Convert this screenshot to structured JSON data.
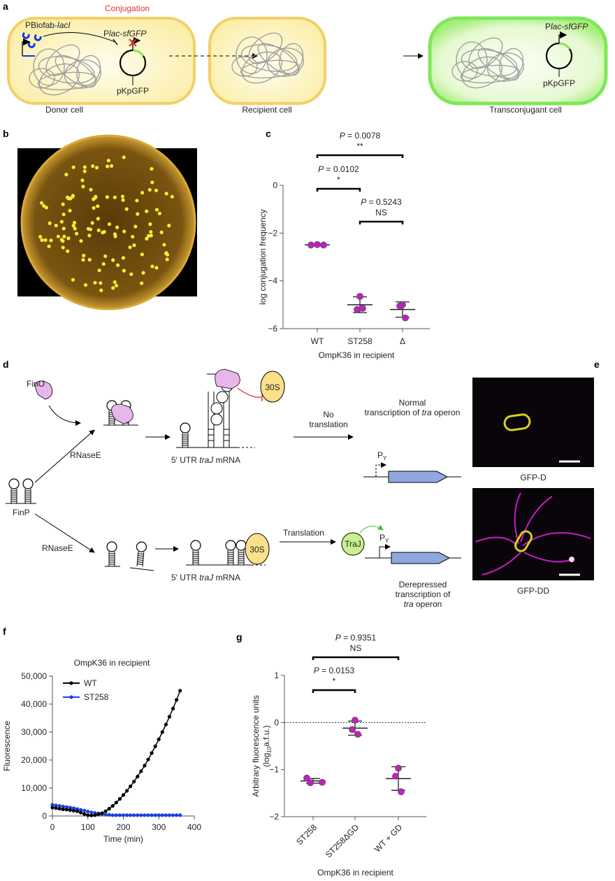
{
  "colors": {
    "cell_fill": "#fbf0b8",
    "cell_stroke": "#f2cf66",
    "gfp_stroke": "#7ee85a",
    "magenta": "#c21ec2",
    "blue": "#1f3fe0",
    "repressor": "#1536d6",
    "red": "#e03030",
    "operon": "#8fa8e0"
  },
  "panel_a": {
    "label": "a",
    "conjugation": "Conjugation",
    "promoter1_prefix": "PBiofab-",
    "promoter1_gene": "lacI",
    "promoter2_prefix": "P",
    "promoter2_gene": "lac-sfGFP",
    "plasmid": "pKpGFP",
    "donor": "Donor cell",
    "recipient": "Recipient cell",
    "transconjugant": "Transconjugant cell",
    "tc_promoter_prefix": "P",
    "tc_promoter_gene": "lac-sfGFP",
    "tc_plasmid": "pKpGFP"
  },
  "panel_b": {
    "label": "b"
  },
  "panel_d": {
    "label": "d",
    "fino": "FinO",
    "finp": "FinP",
    "rnase1": "RNaseE",
    "rnase2": "RNaseE",
    "utr1_prefix": "5′ UTR ",
    "utr1_gene": "traJ",
    "utr1_suffix": " mRNA",
    "utr2_prefix": "5′ UTR ",
    "utr2_gene": "traJ",
    "utr2_suffix": " mRNA",
    "ribosome1": "30S",
    "ribosome2": "30S",
    "no_translation_1": "No",
    "no_translation_2": "translation",
    "normal_1": "Normal",
    "normal_2_prefix": "transcription of ",
    "normal_2_gene": "tra",
    "normal_2_suffix": " operon",
    "py1": "P",
    "py1_sub": "Y",
    "py2": "P",
    "py2_sub": "Y",
    "translation": "Translation",
    "traj": "TraJ",
    "derep_1": "Derepressed",
    "derep_2": "transcription of",
    "derep_3_gene": "tra",
    "derep_3_suffix": " operon"
  },
  "panel_e": {
    "label": "e",
    "img1": "GFP-D",
    "img2": "GFP-DD"
  },
  "chart_data": [
    {
      "panel": "c",
      "type": "scatter",
      "ylabel": "log conjugation frequency",
      "xlabel": "OmpK36 in recipient",
      "categories": [
        "WT",
        "ST258",
        "Δ"
      ],
      "yticks": [
        "0",
        "−2",
        "−4",
        "−6"
      ],
      "ytick_values": [
        0,
        -2,
        -4,
        -6
      ],
      "ylim": [
        -6,
        0
      ],
      "series": [
        {
          "name": "WT",
          "values": [
            -2.5,
            -2.48,
            -2.5
          ],
          "mean": -2.49,
          "sd": 0.01
        },
        {
          "name": "ST258",
          "values": [
            -4.65,
            -5.2,
            -5.15
          ],
          "mean": -5.0,
          "sd": 0.33
        },
        {
          "name": "Δ",
          "values": [
            -5.0,
            -5.05,
            -5.55
          ],
          "mean": -5.2,
          "sd": 0.32
        }
      ],
      "comparisons": [
        {
          "from": 0,
          "to": 2,
          "p": "= 0.0078",
          "sig": "**"
        },
        {
          "from": 0,
          "to": 1,
          "p": "= 0.0102",
          "sig": "*"
        },
        {
          "from": 1,
          "to": 2,
          "p": "= 0.5243",
          "sig": "NS"
        }
      ]
    },
    {
      "panel": "f",
      "type": "line",
      "title": "OmpK36 in recipient",
      "xlabel": "Time (min)",
      "ylabel": "Fluorescence",
      "xticks": [
        "0",
        "100",
        "200",
        "300",
        "400"
      ],
      "xtick_values": [
        0,
        100,
        200,
        300,
        400
      ],
      "xlim": [
        0,
        400
      ],
      "yticks": [
        "0",
        "10,000",
        "20,000",
        "30,000",
        "40,000",
        "50,000"
      ],
      "ytick_values": [
        0,
        10000,
        20000,
        30000,
        40000,
        50000
      ],
      "ylim": [
        0,
        50000
      ],
      "legend": "top-left",
      "x": [
        0,
        10,
        20,
        30,
        40,
        50,
        60,
        70,
        80,
        90,
        100,
        110,
        120,
        130,
        140,
        150,
        160,
        170,
        180,
        190,
        200,
        210,
        220,
        230,
        240,
        250,
        260,
        270,
        280,
        290,
        300,
        310,
        320,
        330,
        340,
        350,
        360
      ],
      "series": [
        {
          "name": "WT",
          "color": "#000000",
          "values": [
            3000,
            2800,
            2600,
            2400,
            2300,
            2100,
            1900,
            1700,
            1200,
            700,
            300,
            200,
            300,
            600,
            1000,
            1700,
            2600,
            3600,
            4800,
            6100,
            7500,
            9000,
            10600,
            12300,
            14100,
            16000,
            18000,
            20200,
            22500,
            24900,
            27400,
            30000,
            32700,
            35500,
            38400,
            41500,
            44800
          ]
        },
        {
          "name": "ST258",
          "color": "#1f3fe0",
          "values": [
            4000,
            3800,
            3600,
            3400,
            3200,
            3000,
            2800,
            2500,
            2200,
            1900,
            1600,
            1300,
            1100,
            900,
            700,
            500,
            400,
            300,
            300,
            300,
            300,
            300,
            300,
            300,
            300,
            300,
            300,
            300,
            300,
            300,
            300,
            300,
            300,
            300,
            300,
            300,
            300
          ]
        }
      ]
    },
    {
      "panel": "g",
      "type": "scatter",
      "ylabel": "Arbitrary fluorescence units",
      "ylabel2_prefix": "(log",
      "ylabel2_sub": "10",
      "ylabel2_suffix": "a.f.u.)",
      "xlabel": "OmpK36 in recipient",
      "categories": [
        "ST258",
        "ST258ΔGD",
        "WT + GD"
      ],
      "yticks": [
        "1",
        "0",
        "−1",
        "−2"
      ],
      "ytick_values": [
        1,
        0,
        -1,
        -2
      ],
      "ylim": [
        -2,
        1
      ],
      "reference_line": 0,
      "series": [
        {
          "name": "ST258",
          "values": [
            -1.18,
            -1.28,
            -1.27
          ],
          "mean": -1.24,
          "sd": 0.05
        },
        {
          "name": "ST258ΔGD",
          "values": [
            0.05,
            -0.15,
            -0.25
          ],
          "mean": -0.12,
          "sd": 0.15
        },
        {
          "name": "WT + GD",
          "values": [
            -0.97,
            -1.14,
            -1.47
          ],
          "mean": -1.19,
          "sd": 0.25
        }
      ],
      "comparisons": [
        {
          "from": 0,
          "to": 2,
          "p": "= 0.9351",
          "sig": "NS"
        },
        {
          "from": 0,
          "to": 1,
          "p": "= 0.0153",
          "sig": "*"
        }
      ]
    }
  ]
}
